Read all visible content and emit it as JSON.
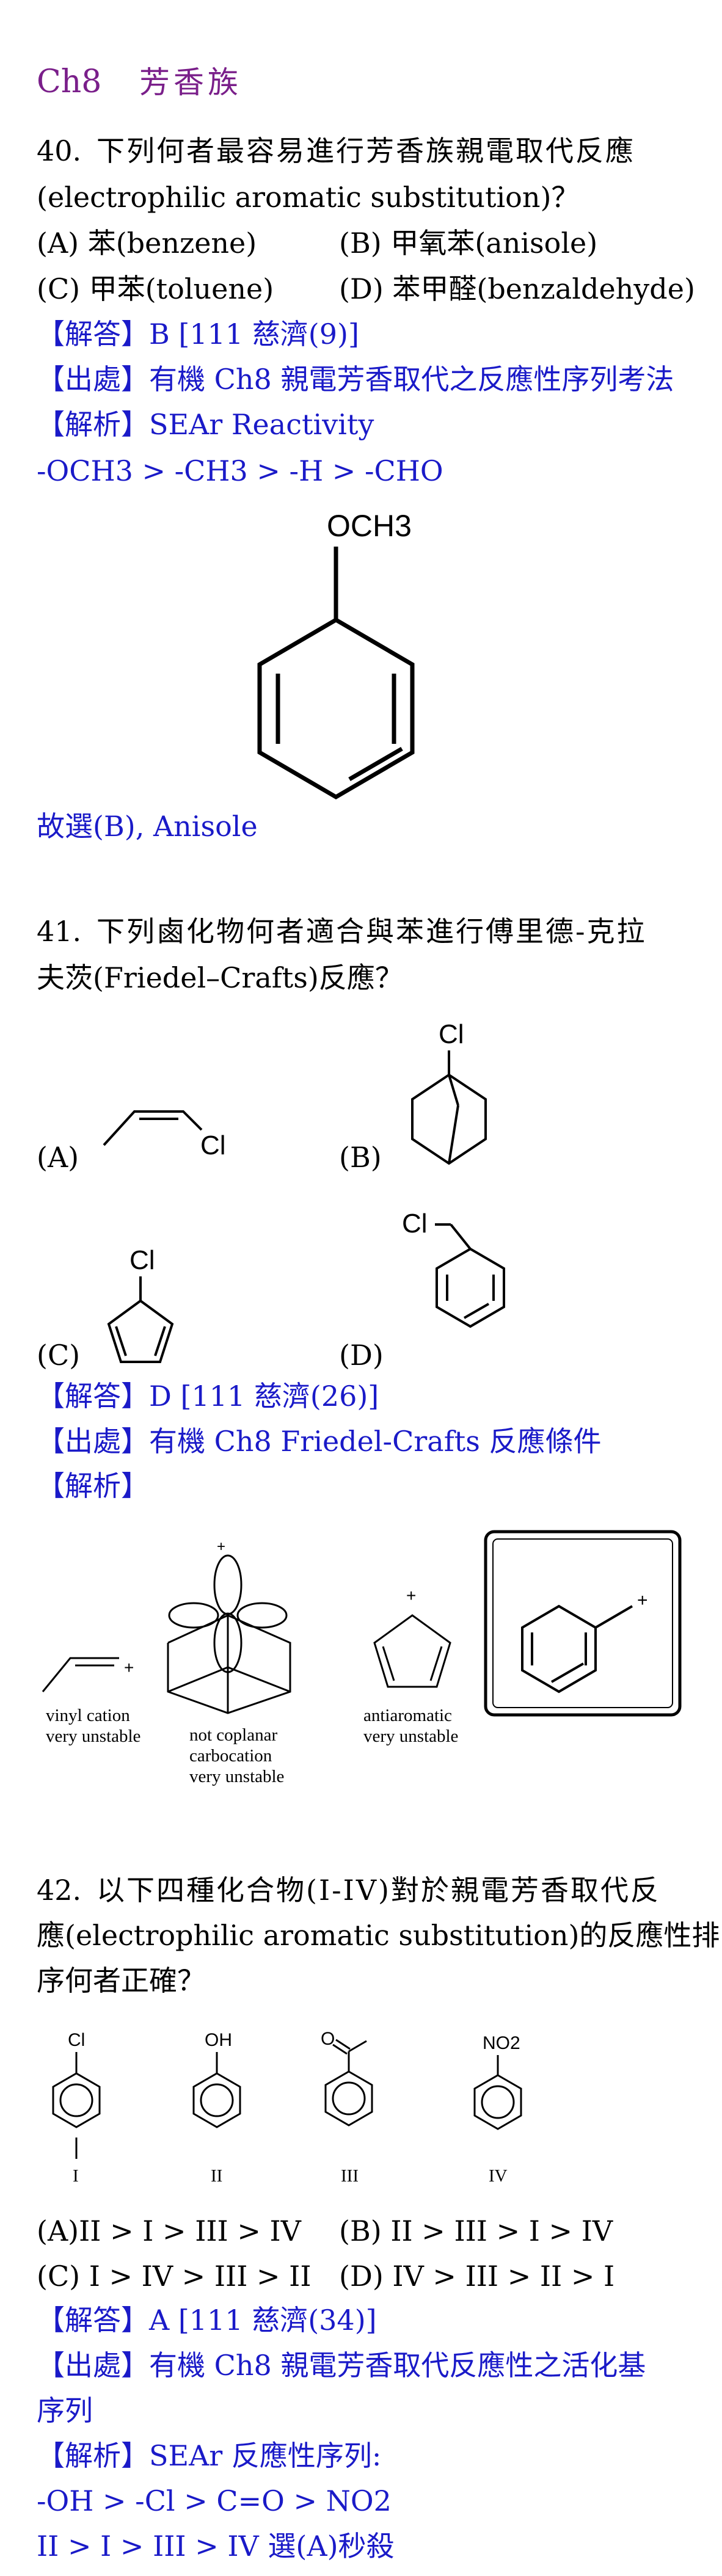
{
  "chapter": {
    "code": "Ch8",
    "title": "芳香族"
  },
  "q40": {
    "number": "40.",
    "line1": "下列何者最容易進行芳香族親電取代反應",
    "line2": "(electrophilic aromatic substitution)？",
    "opt_a": "(A)  苯(benzene)",
    "opt_b": "(B)  甲氧苯(anisole)",
    "opt_c": "(C)  甲苯(toluene)",
    "opt_d": "(D)  苯甲醛(benzaldehyde)",
    "answer": "【解答】B      [111 慈濟(9)]",
    "source": "【出處】有機 Ch8 親電芳香取代之反應性序列考法",
    "analysis": "【解析】SEAr Reactivity",
    "order": "-OCH3 > -CH3 > -H > -CHO",
    "mol_label": "OCH3",
    "conclusion": "故選(B), Anisole"
  },
  "q41": {
    "number": "41.",
    "line1": "下列鹵化物何者適合與苯進行傅里德-克拉",
    "line2": "夫茨(Friedel–Crafts)反應？",
    "opt_a": "(A)",
    "opt_b": "(B)",
    "opt_c": "(C)",
    "opt_d": "(D)",
    "cl": "Cl",
    "answer": "【解答】D      [111 慈濟(26)]",
    "source": "【出處】有機 Ch8      Friedel-Crafts  反應條件",
    "analysis": "【解析】",
    "plus": "+",
    "note1a": "vinyl cation",
    "note1b": "very unstable",
    "note2a": "not coplanar",
    "note2b": "carbocation",
    "note2c": "very unstable",
    "note3a": "antiaromatic",
    "note3b": "very unstable"
  },
  "q42": {
    "number": "42.",
    "line1": "以下四種化合物(I-IV)對於親電芳香取代反",
    "line2": "應(electrophilic aromatic substitution)的反應性排",
    "line3": "序何者正確？",
    "sub_cl": "Cl",
    "sub_oh": "OH",
    "sub_o": "O",
    "sub_no2": "NO2",
    "roman": [
      "I",
      "II",
      "III",
      "IV"
    ],
    "opt_a": "(A)II > I > III > IV",
    "opt_b": "(B) II > III > I > IV",
    "opt_c": "(C) I > IV > III > II",
    "opt_d": "(D) IV > III > II > I",
    "answer": "【解答】A      [111 慈濟(34)]",
    "source1": "【出處】有機 Ch8 親電芳香取代反應性之活化基",
    "source2": "序列",
    "analysis": "【解析】SEAr  反應性序列:",
    "order": "-OH > -Cl > C=O > NO2",
    "final": "II > I > III > IV     選(A)秒殺"
  }
}
